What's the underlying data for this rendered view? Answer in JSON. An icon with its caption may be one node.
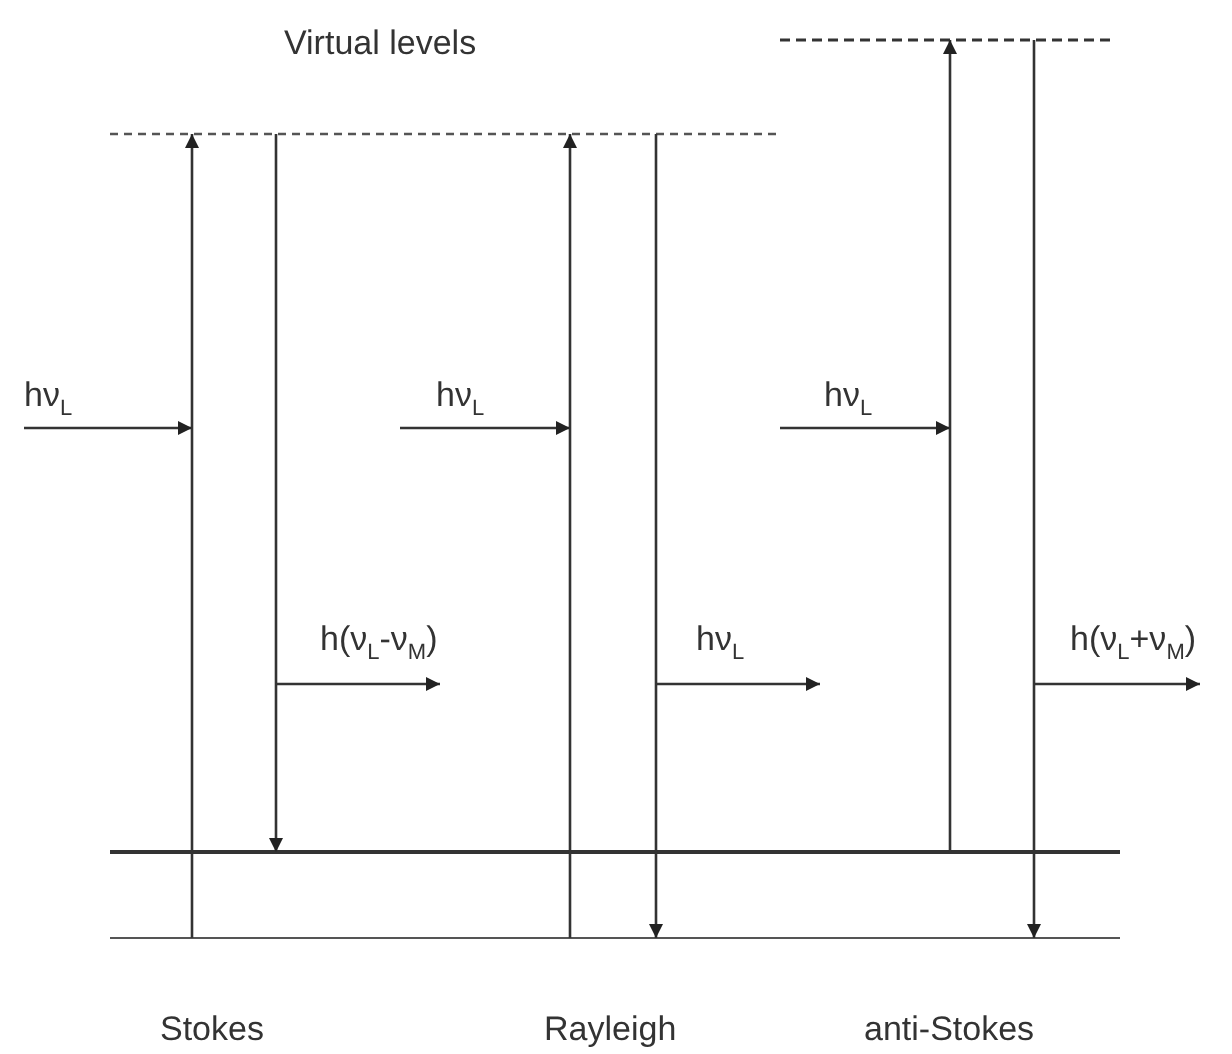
{
  "diagram": {
    "labels": [
      "Virtual levels",
      "hν$_{L}$",
      "hν$_{L}$",
      "hν$_{L}$",
      "h(ν$_{L}$-ν$_{M}$)",
      "hν$_{L}$",
      "h(ν$_{L}$+ν$_{M}$)",
      "Stokes",
      "Rayleigh",
      "anti-Stokes"
    ]
  }
}
